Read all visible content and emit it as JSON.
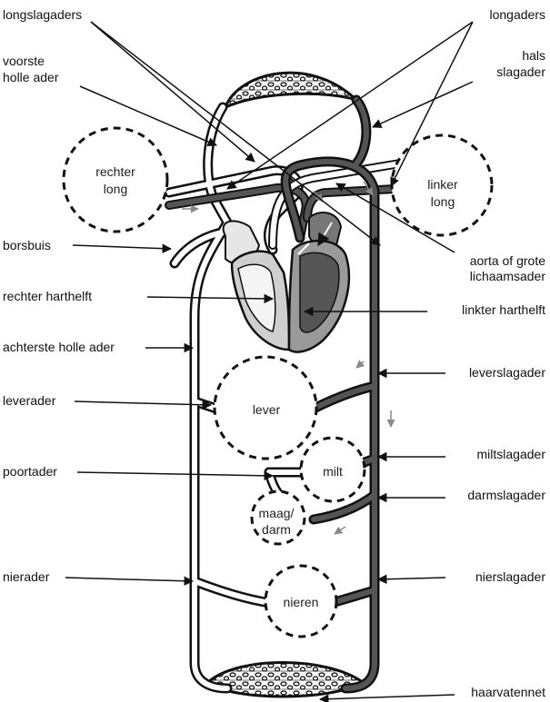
{
  "colors": {
    "oxygen_poor": "#ffffff",
    "oxygen_rich": "#555555",
    "outline": "#111111",
    "heart_left_light": "#9a9a9a",
    "heart_right_light": "#cfcfcf",
    "atrium_light": "#e6e6e6",
    "flow_arrow": "#888888"
  },
  "labels_left": {
    "longslagaders": "longslagaders",
    "voorste_1": "voorste",
    "voorste_2": "holle ader",
    "borsbuis": "borsbuis",
    "rechter_harthelft": "rechter harthelft",
    "achterste": "achterste holle ader",
    "leverader": "leverader",
    "poortader": "poortader",
    "nierader": "nierader"
  },
  "labels_right": {
    "longaders": "longaders",
    "hals_1": "hals",
    "hals_2": "slagader",
    "aorta_1": "aorta of grote",
    "aorta_2": "lichaamsader",
    "linker_harthelft": "linkter harthelft",
    "leverslagader": "leverslagader",
    "miltslagader": "miltslagader",
    "darmslagader": "darmslagader",
    "nierslagader": "nierslagader",
    "haarvatennet": "haarvatennet"
  },
  "organs": {
    "rechter_long_1": "rechter",
    "rechter_long_2": "long",
    "linker_long_1": "linker",
    "linker_long_2": "long",
    "lever": "lever",
    "milt": "milt",
    "maag_1": "maag/",
    "maag_2": "darm",
    "nieren": "nieren"
  }
}
